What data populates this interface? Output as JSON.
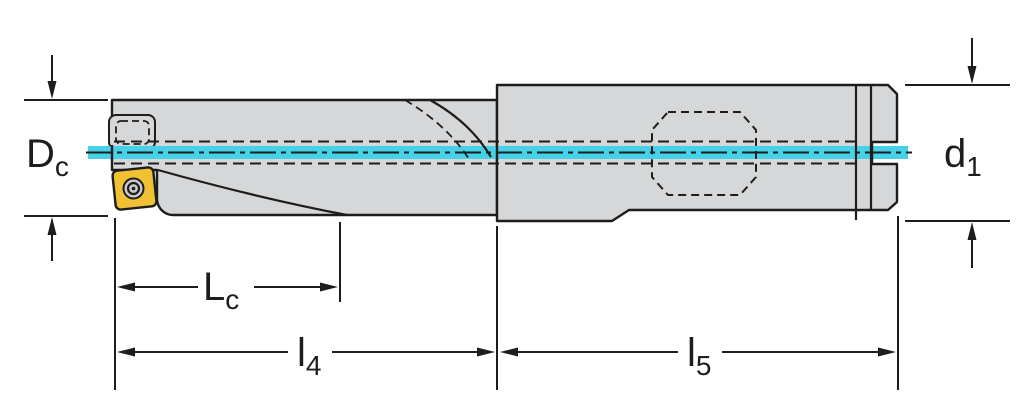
{
  "labels": {
    "cutting_diameter": {
      "main": "D",
      "sub": "c"
    },
    "shank_diameter": {
      "main": "d",
      "sub": "1"
    },
    "cutting_length": {
      "main": "L",
      "sub": "c"
    },
    "flute_length": {
      "main": "l",
      "sub": "4"
    },
    "shank_length": {
      "main": "l",
      "sub": "5"
    }
  },
  "colors": {
    "background": "#ffffff",
    "body": "#d5d7d9",
    "outline": "#1d1d1b",
    "centerline": "#45d1e8",
    "insert": "#f0c135",
    "screw": "#c9cbcd"
  }
}
